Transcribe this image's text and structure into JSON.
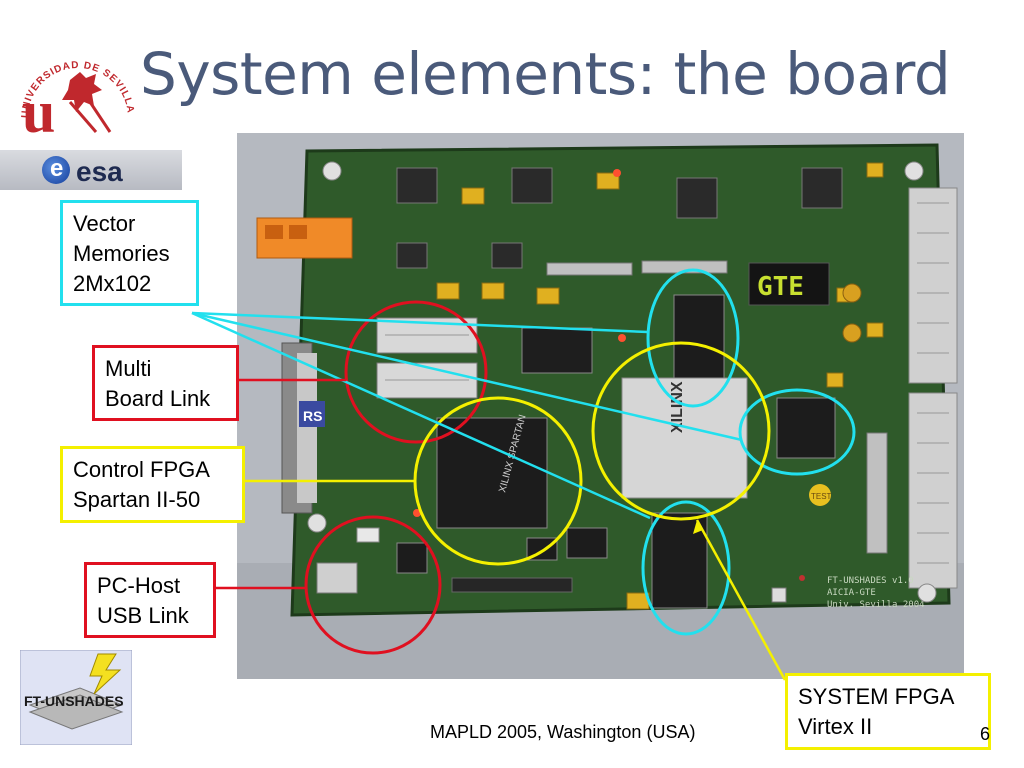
{
  "slide": {
    "title": "System elements: the board",
    "footer": "MAPLD 2005, Washington (USA)",
    "page_number": "6"
  },
  "logos": {
    "university": {
      "text": "UNIVERSIDAD DE SEVILLA",
      "letter": "u"
    },
    "esa": {
      "text": "esa",
      "icon": "esa-globe-icon"
    },
    "ft_unshades": {
      "text": "FT-UNSHADES",
      "icon": "lightning-icon"
    }
  },
  "board": {
    "display_text": "GTE",
    "fpga_brand_small": "XILINX SPARTAN",
    "fpga_brand_large": "XILINX",
    "silkscreen": [
      "FT-UNSHADES v1.0",
      "AICIA-GTE",
      "Univ. Sevilla 2004"
    ],
    "test_label": "TEST"
  },
  "callouts": {
    "vector_memories": [
      "Vector",
      "Memories",
      "2Mx102"
    ],
    "multi_board": [
      "Multi",
      "Board Link"
    ],
    "control_fpga": [
      "Control FPGA",
      "Spartan II-50"
    ],
    "pc_host": [
      "PC-Host",
      "USB Link"
    ],
    "system_fpga": [
      "SYSTEM FPGA",
      "Virtex II"
    ]
  },
  "colors": {
    "title": "#4a5a7a",
    "cyan": "#22e0ee",
    "red": "#e01020",
    "yellow": "#f4f000",
    "pcb": "#2f5a2a"
  }
}
